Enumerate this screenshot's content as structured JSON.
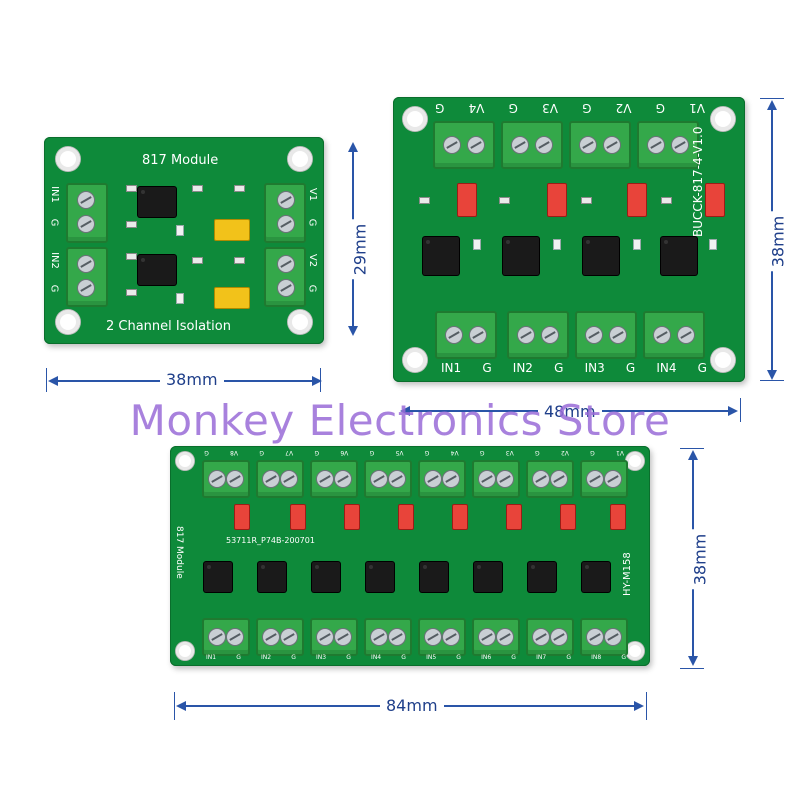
{
  "boards": {
    "two_channel": {
      "title": "817 Module",
      "subtitle": "2 Channel Isolation",
      "inputs": [
        "IN1",
        "G",
        "IN2",
        "G"
      ],
      "outputs": [
        "V1",
        "G",
        "V2",
        "G"
      ]
    },
    "four_channel": {
      "model": "BUCCK-817-4-V1.0",
      "top_labels": [
        "V1",
        "G",
        "V2",
        "G",
        "V3",
        "G",
        "V4",
        "G"
      ],
      "bottom_labels": [
        "IN1",
        "G",
        "IN2",
        "G",
        "IN3",
        "G",
        "IN4",
        "G"
      ]
    },
    "eight_channel": {
      "title": "817 Module",
      "model": "HY-M158",
      "date_code": "53711R_P74B-200701",
      "top_labels": [
        "V1",
        "G",
        "V2",
        "G",
        "V3",
        "G",
        "V4",
        "G",
        "V5",
        "G",
        "V6",
        "G",
        "V7",
        "G",
        "V8",
        "G"
      ],
      "bottom_labels": [
        "IN1",
        "G",
        "IN2",
        "G",
        "IN3",
        "G",
        "IN4",
        "G",
        "IN5",
        "G",
        "IN6",
        "G",
        "IN7",
        "G",
        "IN8",
        "G"
      ]
    }
  },
  "dimensions": {
    "two_width": "38mm",
    "two_height": "29mm",
    "four_width": "48mm",
    "four_height": "38mm",
    "eight_width": "84mm",
    "eight_height": "38mm"
  },
  "watermark": "Monkey Electronics Store",
  "colors": {
    "pcb": "#0e8a3a",
    "terminal": "#34a84a",
    "jumper_yellow": "#f2c21a",
    "jumper_red": "#e8443a",
    "dimension": "#2a55a8",
    "watermark": "#9a6cd8"
  }
}
